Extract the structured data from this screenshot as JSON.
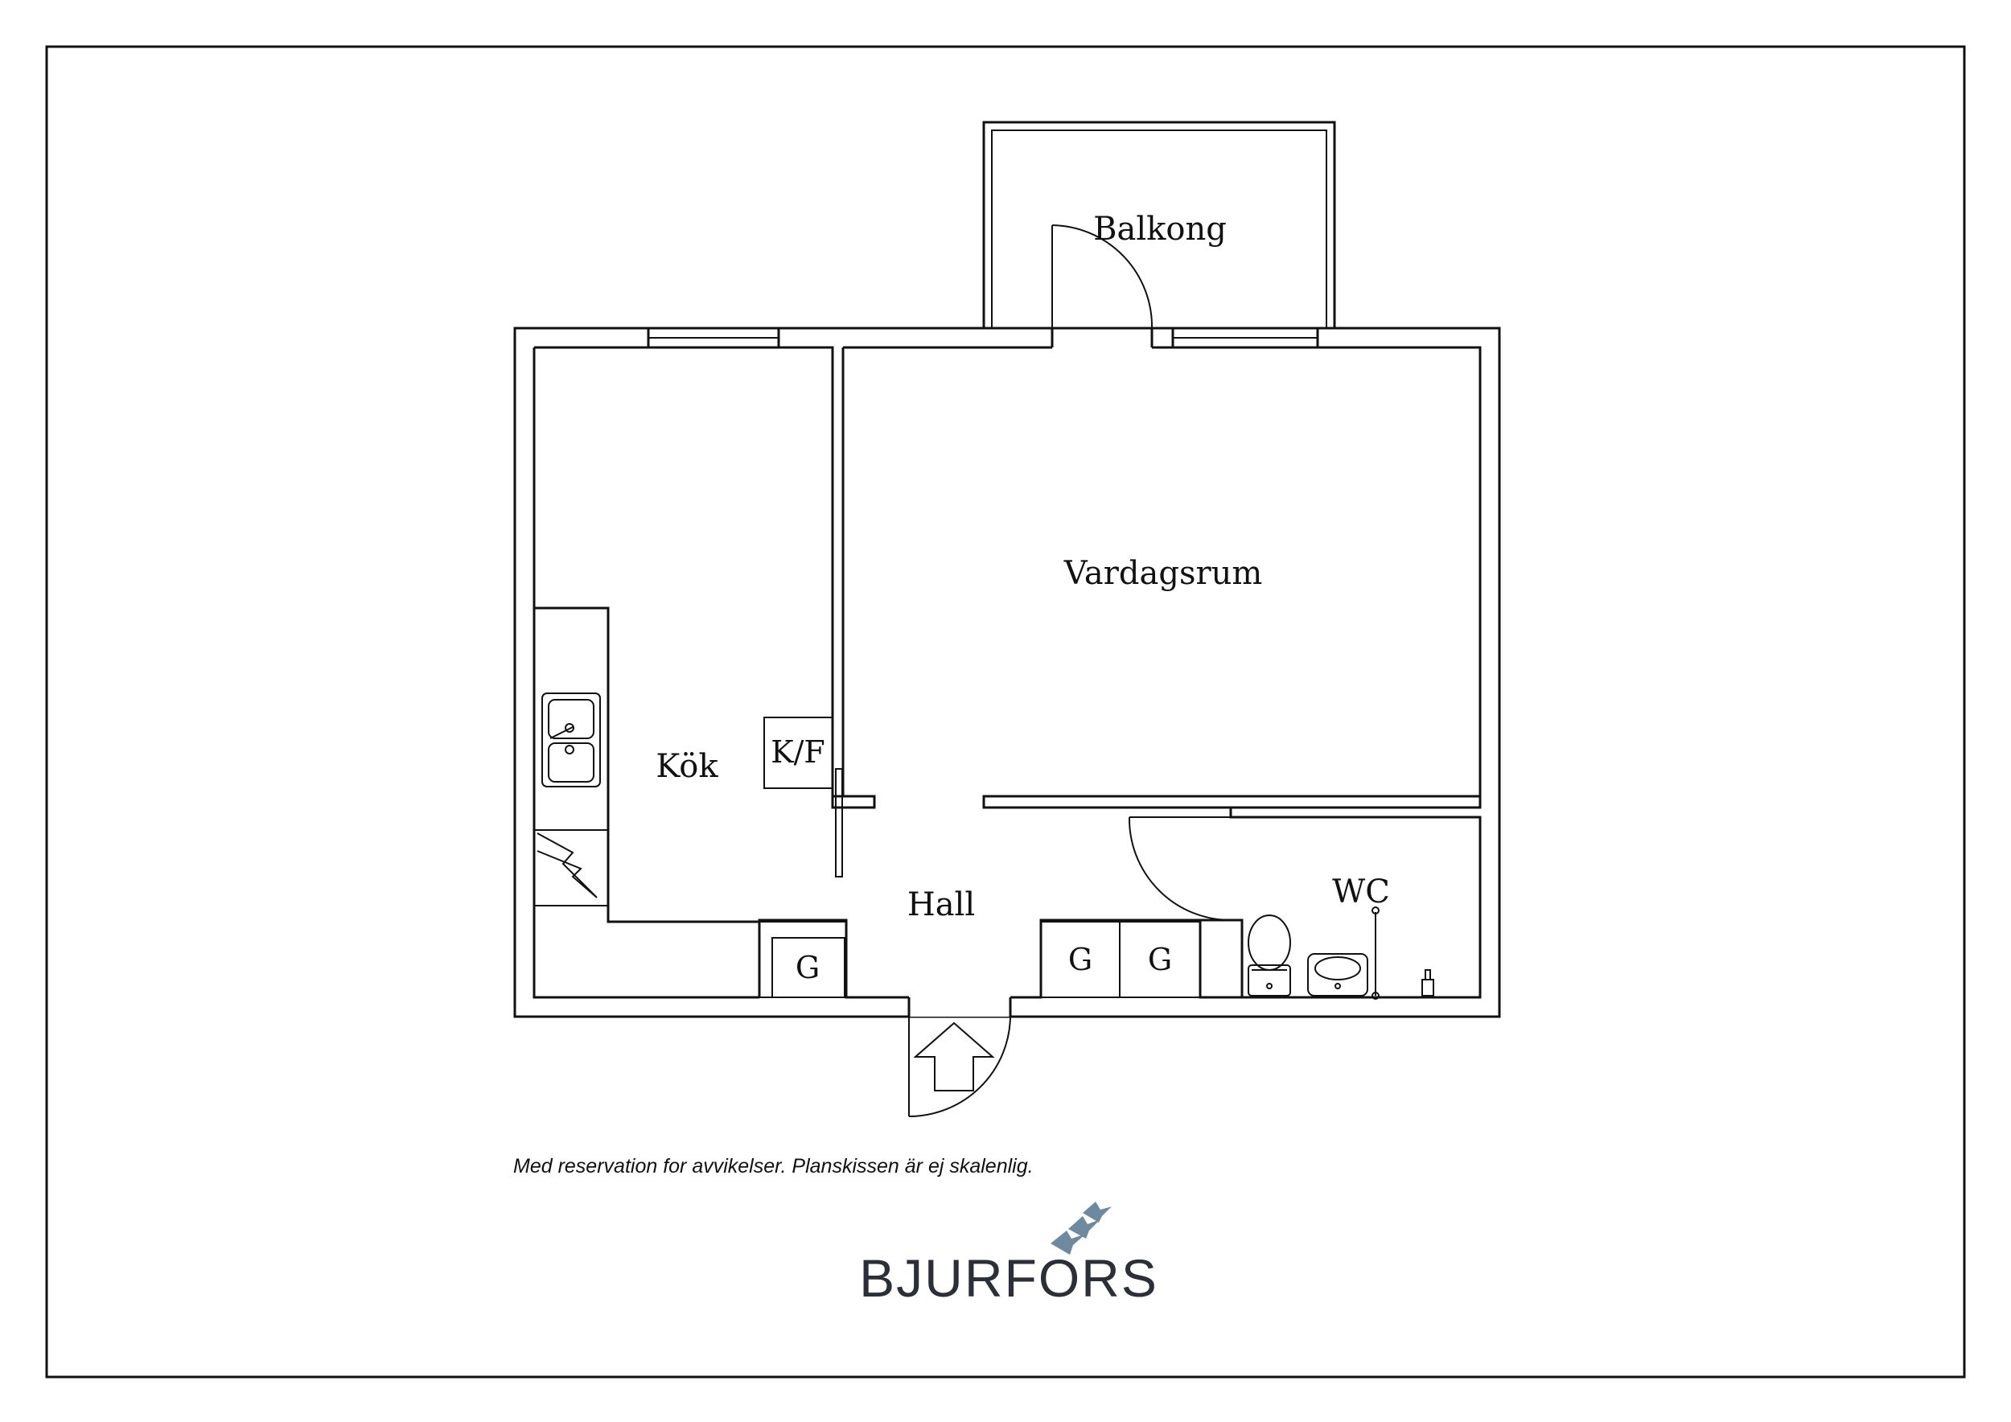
{
  "rooms": {
    "balkong": "Balkong",
    "vardagsrum": "Vardagsrum",
    "kok": "Kök",
    "hall": "Hall",
    "wc": "WC"
  },
  "fixtures": {
    "kf": "K/F",
    "wardrobe_1": "G",
    "wardrobe_2": "G",
    "wardrobe_3": "G"
  },
  "disclaimer": "Med reservation for avvikelser. Planskissen är ej skalenlig.",
  "brand": {
    "name": "BJURFORS",
    "color": "#2a2f38",
    "bird_color": "#6e8aa0"
  }
}
